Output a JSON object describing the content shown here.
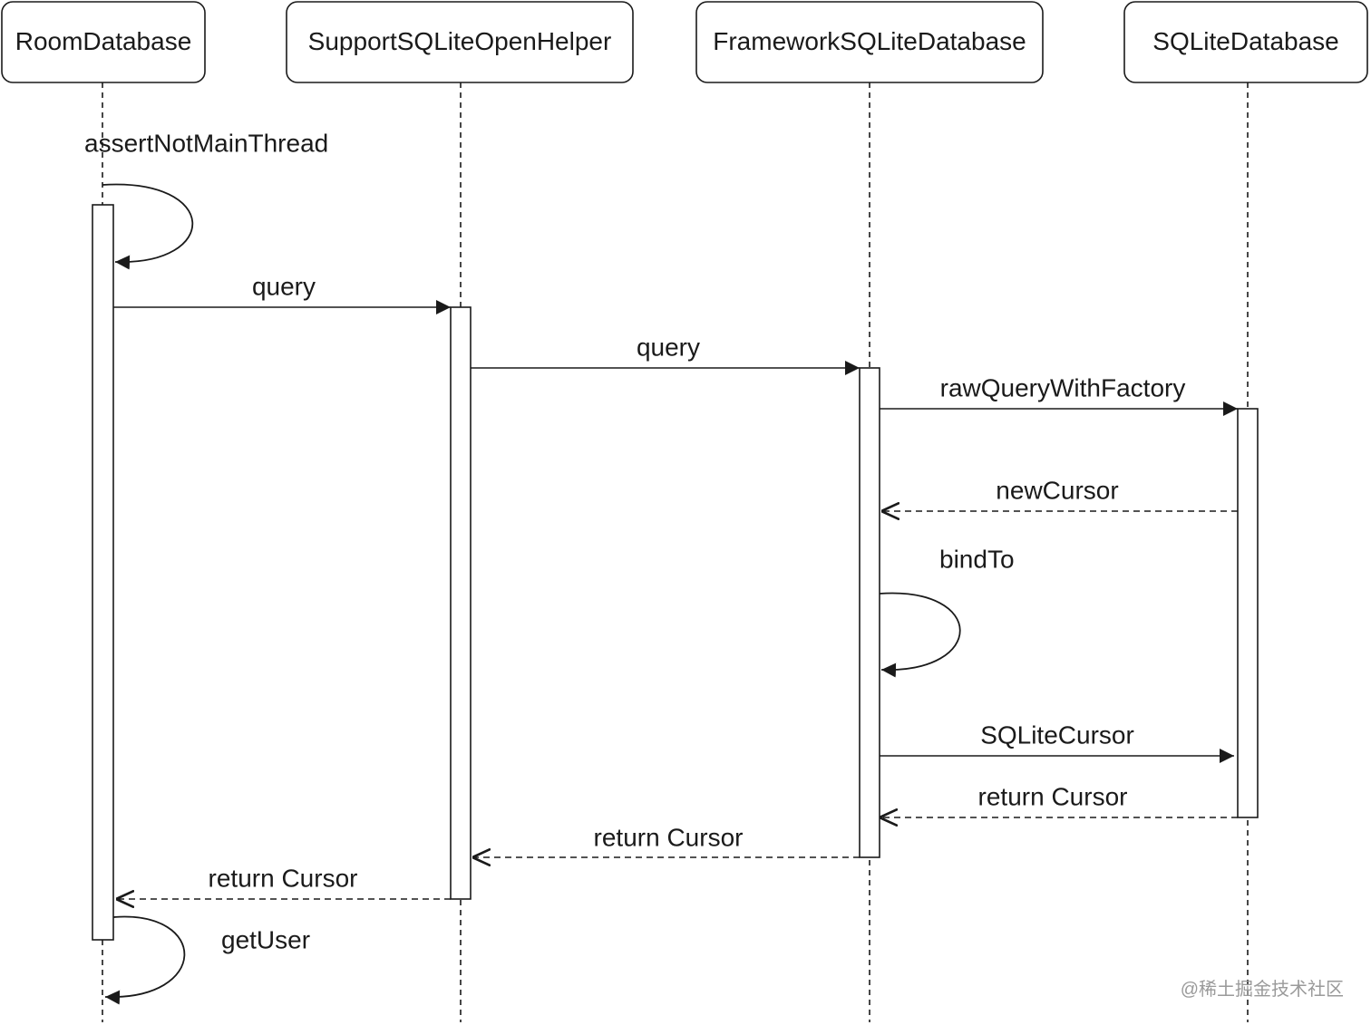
{
  "diagram": {
    "type": "sequence",
    "colors": {
      "stroke": "#1a1a1a",
      "background": "#ffffff",
      "watermark": "#9a9a9a"
    },
    "participants": [
      {
        "id": "room",
        "label": "RoomDatabase"
      },
      {
        "id": "helper",
        "label": "SupportSQLiteOpenHelper"
      },
      {
        "id": "framework",
        "label": "FrameworkSQLiteDatabase"
      },
      {
        "id": "sqlite",
        "label": "SQLiteDatabase"
      }
    ],
    "messages": [
      {
        "from": "room",
        "to": "room",
        "label": "assertNotMainThread",
        "style": "self"
      },
      {
        "from": "room",
        "to": "helper",
        "label": "query",
        "style": "sync"
      },
      {
        "from": "helper",
        "to": "framework",
        "label": "query",
        "style": "sync"
      },
      {
        "from": "framework",
        "to": "sqlite",
        "label": "rawQueryWithFactory",
        "style": "sync"
      },
      {
        "from": "sqlite",
        "to": "framework",
        "label": "newCursor",
        "style": "return"
      },
      {
        "from": "framework",
        "to": "framework",
        "label": "bindTo",
        "style": "self"
      },
      {
        "from": "framework",
        "to": "sqlite",
        "label": "SQLiteCursor",
        "style": "sync"
      },
      {
        "from": "sqlite",
        "to": "framework",
        "label": "return Cursor",
        "style": "return"
      },
      {
        "from": "framework",
        "to": "helper",
        "label": "return Cursor",
        "style": "return"
      },
      {
        "from": "helper",
        "to": "room",
        "label": "return Cursor",
        "style": "return"
      },
      {
        "from": "room",
        "to": "room",
        "label": "getUser",
        "style": "self"
      }
    ]
  },
  "watermark": "@稀土掘金技术社区"
}
